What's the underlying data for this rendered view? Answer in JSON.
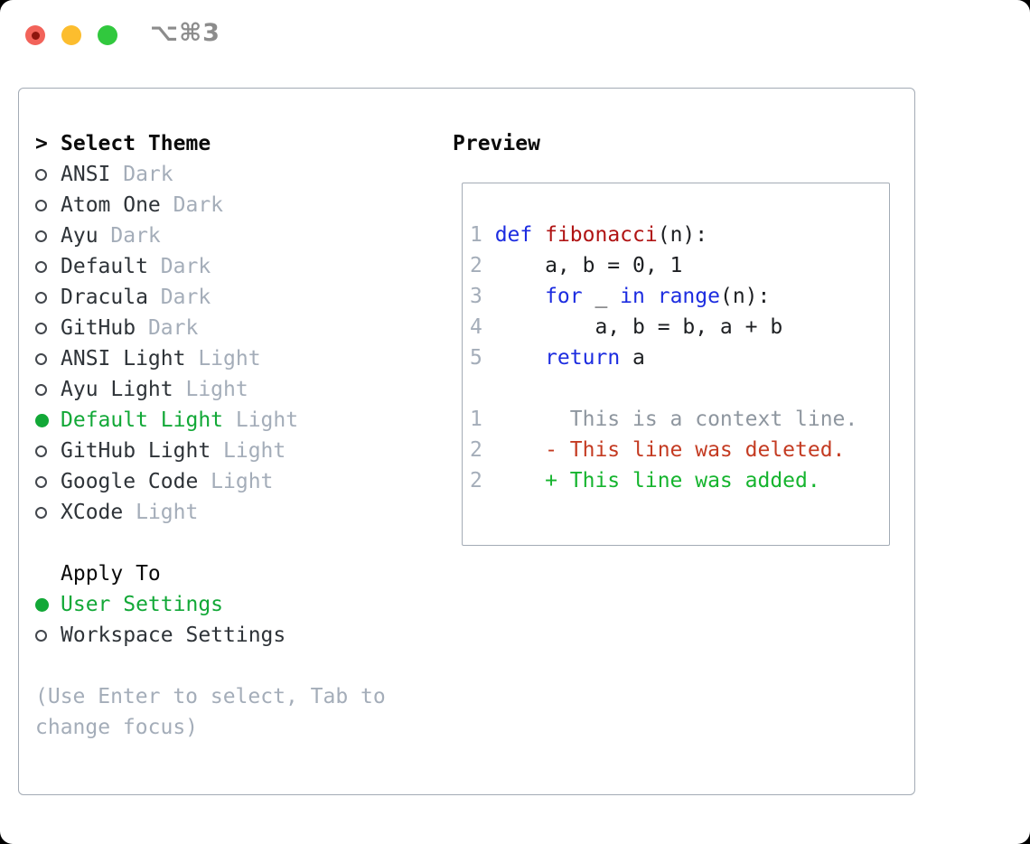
{
  "window": {
    "shortcut": "⌥⌘3",
    "traffic_lights": [
      {
        "name": "close",
        "color": "#f2635a",
        "dot": "#8e150e"
      },
      {
        "name": "minimize",
        "color": "#fcbd2e"
      },
      {
        "name": "zoom",
        "color": "#31c83e"
      }
    ]
  },
  "theme_panel": {
    "header": {
      "prefix": ">",
      "label": "Select Theme"
    },
    "themes": [
      {
        "name": "ANSI",
        "variant": "Dark",
        "selected": false
      },
      {
        "name": "Atom One",
        "variant": "Dark",
        "selected": false
      },
      {
        "name": "Ayu",
        "variant": "Dark",
        "selected": false
      },
      {
        "name": "Default",
        "variant": "Dark",
        "selected": false
      },
      {
        "name": "Dracula",
        "variant": "Dark",
        "selected": false
      },
      {
        "name": "GitHub",
        "variant": "Dark",
        "selected": false
      },
      {
        "name": "ANSI Light",
        "variant": "Light",
        "selected": false
      },
      {
        "name": "Ayu Light",
        "variant": "Light",
        "selected": false
      },
      {
        "name": "Default Light",
        "variant": "Light",
        "selected": true
      },
      {
        "name": "GitHub Light",
        "variant": "Light",
        "selected": false
      },
      {
        "name": "Google Code",
        "variant": "Light",
        "selected": false
      },
      {
        "name": "XCode",
        "variant": "Light",
        "selected": false
      }
    ],
    "apply_to": {
      "header": "Apply To",
      "options": [
        {
          "label": "User Settings",
          "selected": true
        },
        {
          "label": "Workspace Settings",
          "selected": false
        }
      ]
    },
    "help": "(Use Enter to select, Tab to change focus)"
  },
  "preview": {
    "header": "Preview",
    "lines": [
      {
        "num": "1",
        "tokens": [
          {
            "text": "def",
            "style": "keyword"
          },
          {
            "text": " ",
            "style": "plain"
          },
          {
            "text": "fibonacci",
            "style": "function"
          },
          {
            "text": "(n):",
            "style": "plain"
          }
        ]
      },
      {
        "num": "2",
        "tokens": [
          {
            "text": "    a, b = 0, 1",
            "style": "plain"
          }
        ]
      },
      {
        "num": "3",
        "tokens": [
          {
            "text": "    ",
            "style": "plain"
          },
          {
            "text": "for",
            "style": "keyword"
          },
          {
            "text": " _ ",
            "style": "plain"
          },
          {
            "text": "in",
            "style": "keyword"
          },
          {
            "text": " ",
            "style": "plain"
          },
          {
            "text": "range",
            "style": "keyword"
          },
          {
            "text": "(n):",
            "style": "plain"
          }
        ]
      },
      {
        "num": "4",
        "tokens": [
          {
            "text": "        a, b = b, a + b",
            "style": "plain"
          }
        ]
      },
      {
        "num": "5",
        "tokens": [
          {
            "text": "    ",
            "style": "plain"
          },
          {
            "text": "return",
            "style": "keyword"
          },
          {
            "text": " a",
            "style": "plain"
          }
        ]
      },
      {
        "num": "",
        "tokens": []
      },
      {
        "num": "1",
        "tokens": [
          {
            "text": "      This is a context line.",
            "style": "context"
          }
        ]
      },
      {
        "num": "2",
        "tokens": [
          {
            "text": "    - This line was deleted.",
            "style": "deleted"
          }
        ]
      },
      {
        "num": "2",
        "tokens": [
          {
            "text": "    + This line was added.",
            "style": "added"
          }
        ]
      }
    ]
  },
  "colors": {
    "accent_green": "#12a837",
    "muted": "#a4adb9",
    "item_text": "#2e3338",
    "header_text": "#0b0b0b",
    "help_text": "#a4adb9",
    "panel_border": "#a3abb5",
    "radio_outline": "#43474d",
    "shortcut_text": "#8c8c8c",
    "keyword": "#1c2ce0",
    "function_name": "#b01414",
    "code_plain": "#1d1f22",
    "line_number": "#a4adb9",
    "diff_context": "#8e969f",
    "diff_deleted": "#c43b22",
    "diff_added": "#15b42e"
  }
}
